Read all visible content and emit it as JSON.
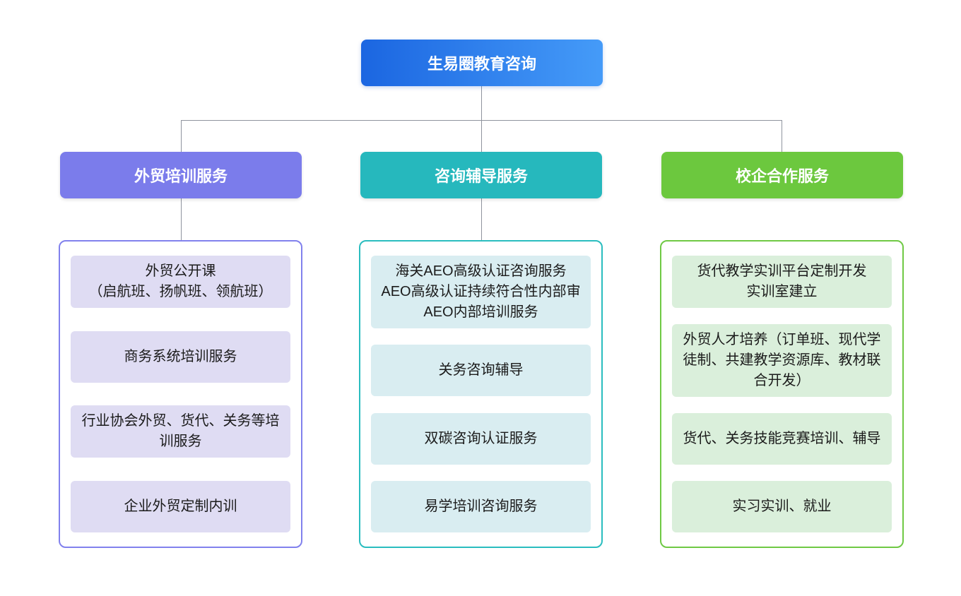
{
  "root": {
    "label": "生易圈教育咨询"
  },
  "branches": [
    {
      "id": "trade-training",
      "label": "外贸培训服务",
      "items": [
        "外贸公开课\n（启航班、扬帆班、领航班）",
        "商务系统培训服务",
        "行业协会外贸、货代、关务等培训服务",
        "企业外贸定制内训"
      ]
    },
    {
      "id": "consulting-coaching",
      "label": "咨询辅导服务",
      "items": [
        "海关AEO高级认证咨询服务\nAEO高级认证持续符合性内部审\nAEO内部培训服务",
        "关务咨询辅导",
        "双碳咨询认证服务",
        "易学培训咨询服务"
      ]
    },
    {
      "id": "school-enterprise",
      "label": "校企合作服务",
      "items": [
        "货代教学实训平台定制开发\n实训室建立",
        "外贸人才培养（订单班、现代学徒制、共建教学资源库、教材联合开发）",
        "货代、关务技能竞赛培训、辅导",
        "实习实训、就业"
      ]
    }
  ],
  "colors": {
    "root_gradient_start": "#1b66e1",
    "root_gradient_end": "#459bf8",
    "branch_trade": "#7b7ceb",
    "branch_consult": "#26b8bd",
    "branch_school": "#6cc83e",
    "item_bg_trade": "#dfdcf3",
    "item_bg_consult": "#d9edf1",
    "item_bg_school": "#daefdb",
    "connector": "#8f949e"
  }
}
